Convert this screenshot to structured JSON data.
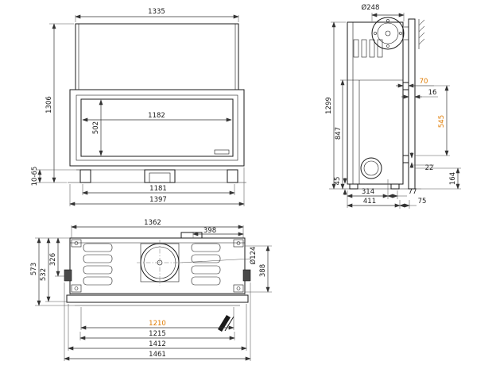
{
  "colors": {
    "accent": "#e07b00",
    "line": "#1a1a1a"
  },
  "front_view": {
    "top_width": "1335",
    "total_height": "1306",
    "glass_width": "1182",
    "glass_height": "502",
    "opening_width": "1181",
    "base_width": "1397",
    "adjustable_feet": "10-65"
  },
  "side_view": {
    "flue_diameter": "Ø248",
    "total_height": "1299",
    "firebox_height": "847",
    "rear_gap": "70",
    "panel_gap": "16",
    "rear_height": "545",
    "bracket_gap": "22",
    "lower_height": "164",
    "foot_height": "45",
    "depth_front": "314",
    "depth_rear_gap": "77",
    "depth_total": "411",
    "rear_offset": "75"
  },
  "top_view": {
    "body_width": "1362",
    "flue_offset": "398",
    "depth_total": "573",
    "depth_frame": "532",
    "depth_front": "326",
    "depth_right": "388",
    "flue_inner_diameter": "Ø124",
    "width_inner": "1210",
    "width_opening": "1215",
    "width_frame": "1412",
    "width_total": "1461"
  }
}
